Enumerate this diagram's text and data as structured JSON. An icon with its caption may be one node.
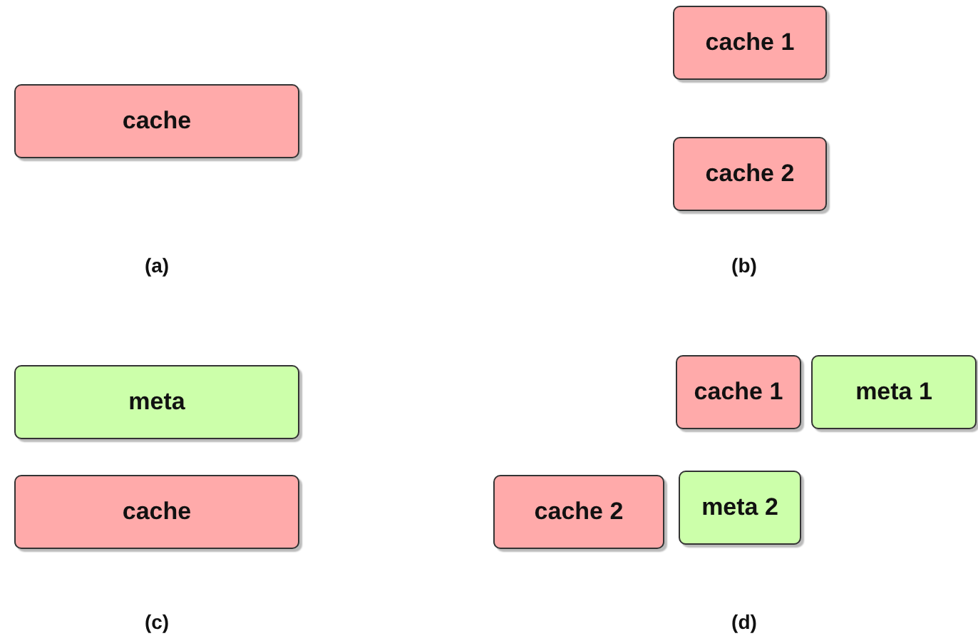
{
  "diagram": {
    "nodes": [
      {
        "text": [
          "cache"
        ]
      },
      {
        "text": [
          "cache 1"
        ]
      },
      {
        "text": [
          "cache 2"
        ]
      },
      {
        "text": [
          "meta"
        ]
      },
      {
        "text": [
          "cache"
        ]
      },
      {
        "text": [
          "cache 1"
        ]
      },
      {
        "text": [
          "meta 1"
        ]
      },
      {
        "text": [
          "cache 2"
        ]
      },
      {
        "text": [
          "meta 2"
        ]
      }
    ],
    "edges": [],
    "labels": [
      "(a)",
      "(b)",
      "(c)",
      "(d)"
    ]
  }
}
